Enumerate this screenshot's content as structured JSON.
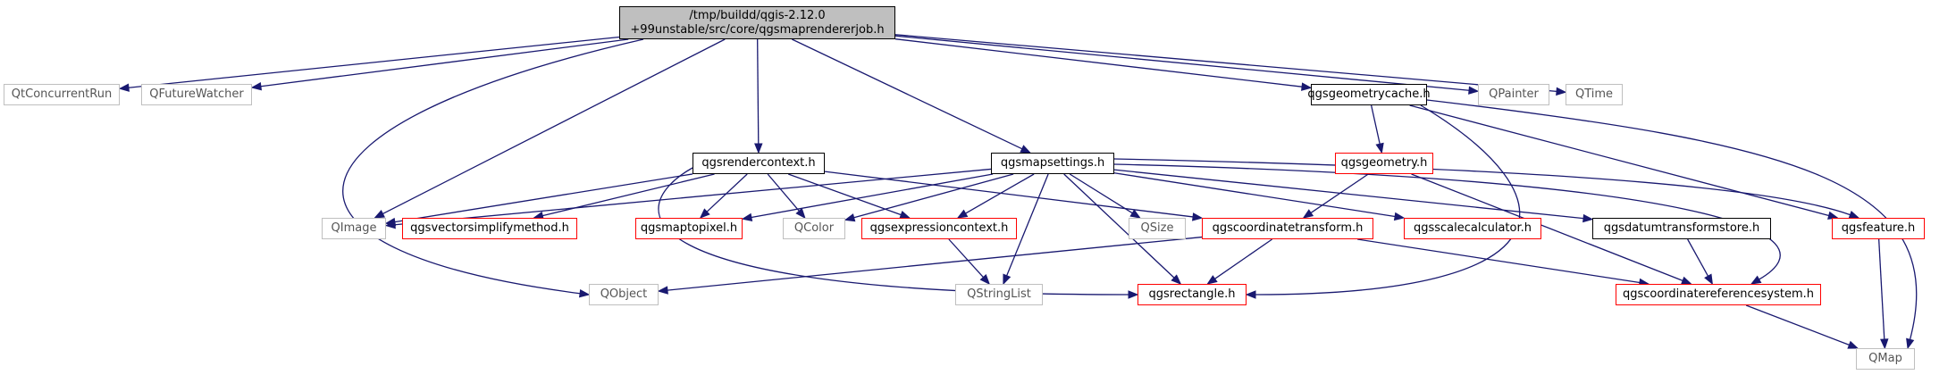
{
  "diagram": {
    "nodes": [
      {
        "id": "root",
        "lines": [
          "/tmp/buildd/qgis-2.12.0",
          "+99unstable/src/core/qgsmaprendererjob.h"
        ],
        "kind": "root"
      },
      {
        "id": "qtconcurrentrun",
        "lines": [
          "QtConcurrentRun"
        ],
        "kind": "gray"
      },
      {
        "id": "qfuturewatcher",
        "lines": [
          "QFutureWatcher"
        ],
        "kind": "gray"
      },
      {
        "id": "qgsgeometrycache",
        "lines": [
          "qgsgeometrycache.h"
        ],
        "kind": "black"
      },
      {
        "id": "qpainter",
        "lines": [
          "QPainter"
        ],
        "kind": "gray"
      },
      {
        "id": "qtime",
        "lines": [
          "QTime"
        ],
        "kind": "gray"
      },
      {
        "id": "qgsrendercontext",
        "lines": [
          "qgsrendercontext.h"
        ],
        "kind": "black"
      },
      {
        "id": "qgsmapsettings",
        "lines": [
          "qgsmapsettings.h"
        ],
        "kind": "black"
      },
      {
        "id": "qgsgeometry",
        "lines": [
          "qgsgeometry.h"
        ],
        "kind": "red"
      },
      {
        "id": "qimage",
        "lines": [
          "QImage"
        ],
        "kind": "gray"
      },
      {
        "id": "qgsvectorsimplifymethod",
        "lines": [
          "qgsvectorsimplifymethod.h"
        ],
        "kind": "red"
      },
      {
        "id": "qgsmaptopixel",
        "lines": [
          "qgsmaptopixel.h"
        ],
        "kind": "red"
      },
      {
        "id": "qcolor",
        "lines": [
          "QColor"
        ],
        "kind": "gray"
      },
      {
        "id": "qgsexpressioncontext",
        "lines": [
          "qgsexpressioncontext.h"
        ],
        "kind": "red"
      },
      {
        "id": "qsize",
        "lines": [
          "QSize"
        ],
        "kind": "gray"
      },
      {
        "id": "qgscoordinatetransform",
        "lines": [
          "qgscoordinatetransform.h"
        ],
        "kind": "red"
      },
      {
        "id": "qgsscalecalculator",
        "lines": [
          "qgsscalecalculator.h"
        ],
        "kind": "red"
      },
      {
        "id": "qgsdatumtransformstore",
        "lines": [
          "qgsdatumtransformstore.h"
        ],
        "kind": "black"
      },
      {
        "id": "qgsfeature",
        "lines": [
          "qgsfeature.h"
        ],
        "kind": "red"
      },
      {
        "id": "qobject",
        "lines": [
          "QObject"
        ],
        "kind": "gray"
      },
      {
        "id": "qstringlist",
        "lines": [
          "QStringList"
        ],
        "kind": "gray"
      },
      {
        "id": "qgsrectangle",
        "lines": [
          "qgsrectangle.h"
        ],
        "kind": "red"
      },
      {
        "id": "qgscoordinatereferencesystem",
        "lines": [
          "qgscoordinatereferencesystem.h"
        ],
        "kind": "red"
      },
      {
        "id": "qmap",
        "lines": [
          "QMap"
        ],
        "kind": "gray"
      }
    ],
    "edges": [
      [
        "root",
        "qtconcurrentrun"
      ],
      [
        "root",
        "qfuturewatcher"
      ],
      [
        "root",
        "qgsgeometrycache"
      ],
      [
        "root",
        "qpainter"
      ],
      [
        "root",
        "qtime"
      ],
      [
        "root",
        "qgsrendercontext"
      ],
      [
        "root",
        "qgsmapsettings"
      ],
      [
        "root",
        "qimage"
      ],
      [
        "root",
        "qobject"
      ],
      [
        "qgsgeometrycache",
        "qgsgeometry"
      ],
      [
        "qgsgeometrycache",
        "qgsfeature"
      ],
      [
        "qgsgeometrycache",
        "qgsrectangle"
      ],
      [
        "qgsgeometrycache",
        "qmap"
      ],
      [
        "qgsgeometry",
        "qgscoordinatetransform"
      ],
      [
        "qgsgeometry",
        "qgscoordinatereferencesystem"
      ],
      [
        "qgsrendercontext",
        "qimage"
      ],
      [
        "qgsrendercontext",
        "qgsvectorsimplifymethod"
      ],
      [
        "qgsrendercontext",
        "qgsmaptopixel"
      ],
      [
        "qgsrendercontext",
        "qcolor"
      ],
      [
        "qgsrendercontext",
        "qgsexpressioncontext"
      ],
      [
        "qgsrendercontext",
        "qgscoordinatetransform"
      ],
      [
        "qgsrendercontext",
        "qgsrectangle"
      ],
      [
        "qgsmapsettings",
        "qimage"
      ],
      [
        "qgsmapsettings",
        "qgsmaptopixel"
      ],
      [
        "qgsmapsettings",
        "qcolor"
      ],
      [
        "qgsmapsettings",
        "qgsexpressioncontext"
      ],
      [
        "qgsmapsettings",
        "qstringlist"
      ],
      [
        "qgsmapsettings",
        "qsize"
      ],
      [
        "qgsmapsettings",
        "qgsrectangle"
      ],
      [
        "qgsmapsettings",
        "qgsscalecalculator"
      ],
      [
        "qgsmapsettings",
        "qgsdatumtransformstore"
      ],
      [
        "qgsmapsettings",
        "qgsfeature"
      ],
      [
        "qgsmapsettings",
        "qgscoordinatereferencesystem"
      ],
      [
        "qgsexpressioncontext",
        "qstringlist"
      ],
      [
        "qgscoordinatetransform",
        "qobject"
      ],
      [
        "qgscoordinatetransform",
        "qgsrectangle"
      ],
      [
        "qgscoordinatetransform",
        "qgscoordinatereferencesystem"
      ],
      [
        "qgsdatumtransformstore",
        "qgscoordinatereferencesystem"
      ],
      [
        "qgsfeature",
        "qmap"
      ],
      [
        "qgscoordinatereferencesystem",
        "qmap"
      ]
    ],
    "colors": {
      "edge": "#191970",
      "root_fill": "#bfbfbf",
      "red_border": "#ff0000",
      "gray_border": "#bfbfbf",
      "gray_text": "#555555"
    }
  }
}
